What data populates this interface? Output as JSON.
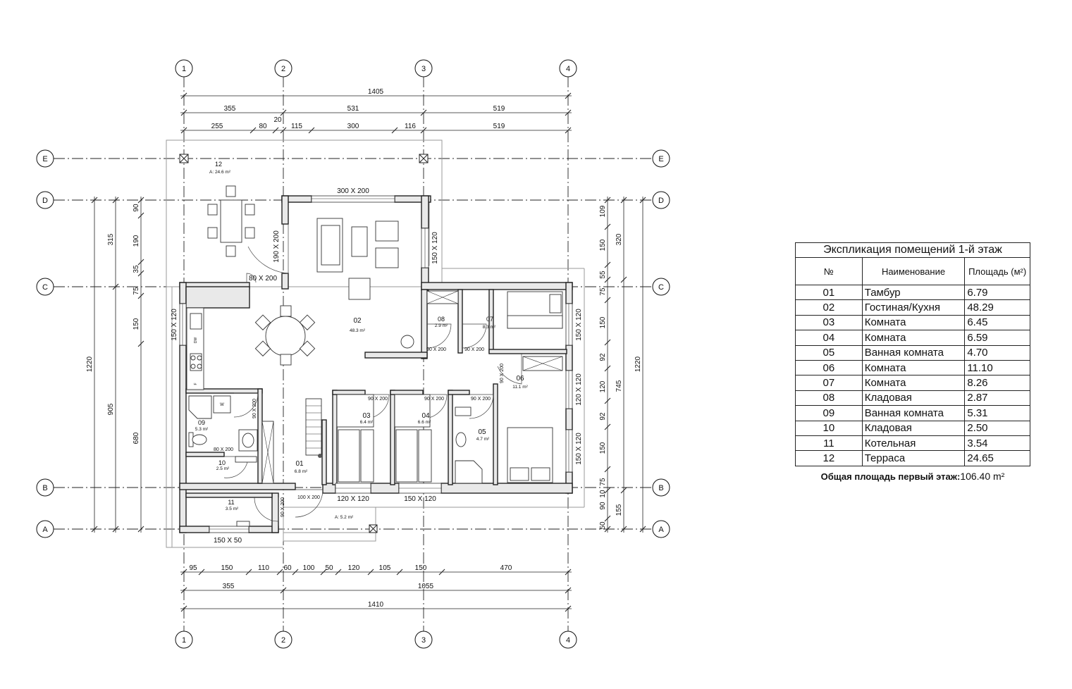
{
  "axes": {
    "vertical": [
      "1",
      "2",
      "3",
      "4"
    ],
    "horizontal": [
      "E",
      "D",
      "C",
      "B",
      "A"
    ]
  },
  "dimensions": {
    "top_total": "1405",
    "top_mid": [
      "355",
      "531",
      "519"
    ],
    "top_small": [
      "255",
      "80",
      "20",
      "115",
      "300",
      "116",
      "519"
    ],
    "bottom_small": [
      "95",
      "150",
      "110",
      "60",
      "100",
      "50",
      "120",
      "105",
      "150",
      "470"
    ],
    "bottom_mid": [
      "355",
      "1055"
    ],
    "bottom_total": "1410",
    "left_outer": "1220",
    "left_mid": [
      "315",
      "905"
    ],
    "left_inner": [
      "90",
      "190",
      "35",
      "75",
      "150",
      "680"
    ],
    "right_inner": [
      "109",
      "150",
      "55",
      "75",
      "150",
      "92",
      "120",
      "92",
      "150",
      "75",
      "10",
      "90",
      "50"
    ],
    "right_mid": [
      "320",
      "745",
      "155"
    ],
    "right_outer": "1220"
  },
  "rooms": [
    {
      "no": "12",
      "area": "A: 24.6 m²"
    },
    {
      "no": "02",
      "area": "48.3 m²"
    },
    {
      "no": "08",
      "area": "2.9 m²"
    },
    {
      "no": "07",
      "area": "8.3 m²"
    },
    {
      "no": "06",
      "area": "11.1 m²"
    },
    {
      "no": "09",
      "area": "5.3 m²"
    },
    {
      "no": "10",
      "area": "2.5 m²"
    },
    {
      "no": "03",
      "area": "6.4 m²"
    },
    {
      "no": "04",
      "area": "6.6 m²"
    },
    {
      "no": "05",
      "area": "4.7 m²"
    },
    {
      "no": "01",
      "area": "6.8 m²"
    },
    {
      "no": "11",
      "area": "3.5 m²"
    },
    {
      "no": "",
      "area": "A: 5.2 m²"
    }
  ],
  "openings": [
    "300 X 200",
    "190 X 200",
    "150 X 120",
    "80 X 200",
    "150 X 120",
    "90 X 200",
    "90 X 200",
    "150 X 120",
    "90 X 200",
    "120 X 120",
    "90 X 200",
    "90 X 200",
    "90 X 200",
    "90 X 200",
    "80 X 200",
    "150 X 120",
    "100 X 200",
    "120 X 120",
    "150 X 120",
    "90 X 200",
    "150 X 50"
  ],
  "fixture_labels": [
    "DW",
    "W",
    "F"
  ],
  "explication": {
    "title": "Экспликация помещений 1-й этаж",
    "headers": [
      "№",
      "Наименование",
      "Площадь (м²)"
    ],
    "rows": [
      {
        "no": "01",
        "name": "Тамбур",
        "area": "6.79"
      },
      {
        "no": "02",
        "name": "Гостиная/Кухня",
        "area": "48.29"
      },
      {
        "no": "03",
        "name": "Комната",
        "area": "6.45"
      },
      {
        "no": "04",
        "name": "Комната",
        "area": "6.59"
      },
      {
        "no": "05",
        "name": "Ванная комната",
        "area": "4.70"
      },
      {
        "no": "06",
        "name": "Комната",
        "area": "11.10"
      },
      {
        "no": "07",
        "name": "Комната",
        "area": "8.26"
      },
      {
        "no": "08",
        "name": "Кладовая",
        "area": "2.87"
      },
      {
        "no": "09",
        "name": "Ванная комната",
        "area": "5.31"
      },
      {
        "no": "10",
        "name": "Кладовая",
        "area": "2.50"
      },
      {
        "no": "11",
        "name": "Котельная",
        "area": "3.54"
      },
      {
        "no": "12",
        "name": "Терраса",
        "area": "24.65"
      }
    ],
    "total_label": "Общая площадь первый этаж:",
    "total_value": "106.40 m²"
  }
}
